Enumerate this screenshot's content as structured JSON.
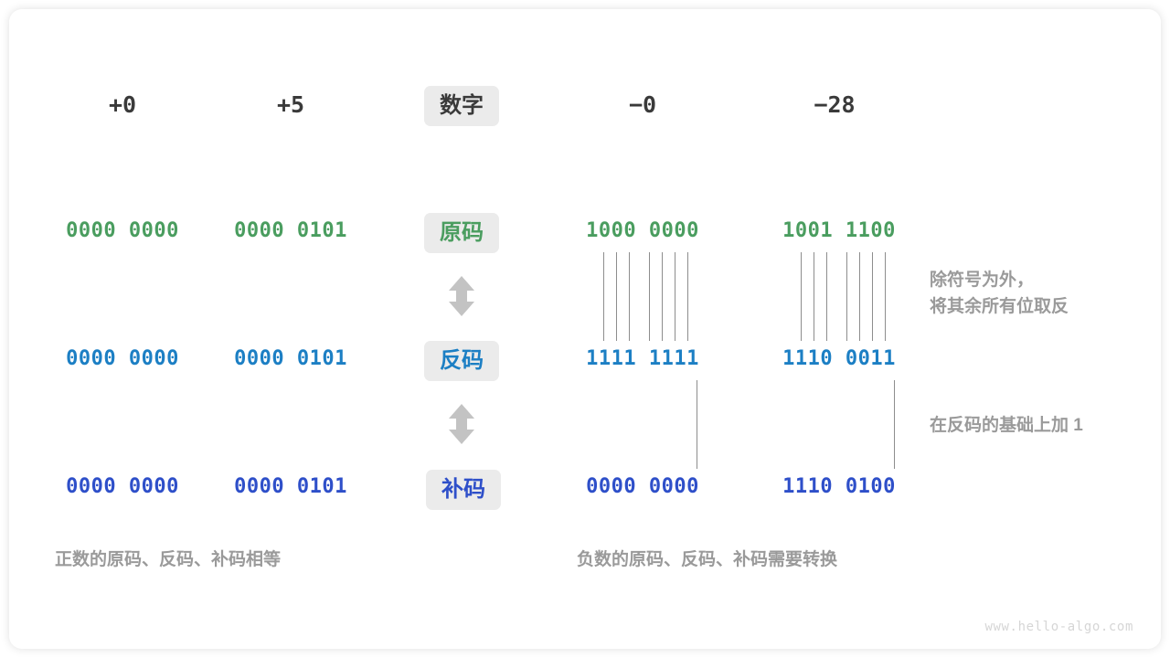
{
  "diagram": {
    "title_row": {
      "label": "数字",
      "columns": [
        {
          "name": "pos-zero",
          "value": "+0"
        },
        {
          "name": "pos-five",
          "value": "+5"
        },
        {
          "name": "neg-zero",
          "value": "−0"
        },
        {
          "name": "neg-28",
          "value": "−28"
        }
      ]
    },
    "rows": [
      {
        "key": "true-form",
        "label": "原码",
        "color": "#4a9d5f",
        "values": [
          "0000 0000",
          "0000 0101",
          "1000 0000",
          "1001 1100"
        ]
      },
      {
        "key": "ones-complement",
        "label": "反码",
        "color": "#1c7fc4",
        "values": [
          "0000 0000",
          "0000 0101",
          "1111 1111",
          "1110 0011"
        ]
      },
      {
        "key": "twos-complement",
        "label": "补码",
        "color": "#2e4fc9",
        "values": [
          "0000 0000",
          "0000 0101",
          "0000 0000",
          "1110 0100"
        ]
      }
    ],
    "annotations": [
      {
        "key": "invert-bits",
        "text": "除符号为外，\n将其余所有位取反"
      },
      {
        "key": "add-one",
        "text": "在反码的基础上加  1"
      }
    ],
    "captions": [
      {
        "key": "positive-caption",
        "text": "正数的原码、反码、补码相等"
      },
      {
        "key": "negative-caption",
        "text": "负数的原码、反码、补码需要转换"
      }
    ],
    "watermark": "www.hello-algo.com",
    "arrows": [
      {
        "key": "arrow-true-to-ones",
        "icon": "double-headed-vertical-arrow"
      },
      {
        "key": "arrow-ones-to-twos",
        "icon": "double-headed-vertical-arrow"
      }
    ],
    "colors": {
      "true_form": "#4a9d5f",
      "ones_complement": "#1c7fc4",
      "twos_complement": "#2e4fc9",
      "pill_background": "#ebebeb",
      "note_text": "#9a9a9a",
      "connector_line": "#8d8d8d",
      "card_background": "#ffffff"
    }
  }
}
